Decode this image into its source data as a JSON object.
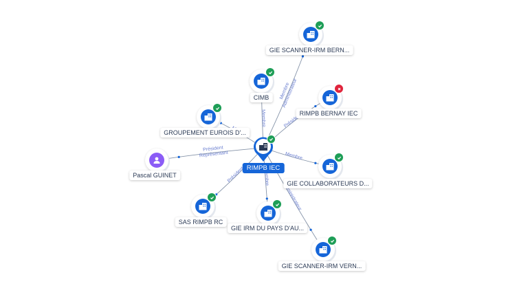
{
  "center": {
    "label": "RIMPB IEC",
    "icon": "building-icon",
    "status": "active",
    "color": "#1565d8"
  },
  "nodes": [
    {
      "id": "gie-scanner-irm-bern",
      "label": "GIE SCANNER-IRM BERN...",
      "type": "company",
      "status": "active",
      "icon": "building-icon"
    },
    {
      "id": "cimb",
      "label": "CIMB",
      "type": "company",
      "status": "active",
      "icon": "building-icon"
    },
    {
      "id": "rimpb-bernay-iec",
      "label": "RIMPB BERNAY IEC",
      "type": "company",
      "status": "closed",
      "icon": "building-icon"
    },
    {
      "id": "groupement-eurois",
      "label": "GROUPEMENT EUROIS D'...",
      "type": "company",
      "status": "active",
      "icon": "building-icon"
    },
    {
      "id": "pascal-guinet",
      "label": "Pascal GUINET",
      "type": "person",
      "status": "none",
      "icon": "person-icon"
    },
    {
      "id": "gie-collaborateurs",
      "label": "GIE COLLABORATEURS D...",
      "type": "company",
      "status": "active",
      "icon": "building-icon"
    },
    {
      "id": "sas-rimpb-rc",
      "label": "SAS RIMPB RC",
      "type": "company",
      "status": "active",
      "icon": "building-icon"
    },
    {
      "id": "gie-irm-du-pays",
      "label": "GIE IRM DU PAYS D'AU...",
      "type": "company",
      "status": "active",
      "icon": "building-icon"
    },
    {
      "id": "gie-scanner-irm-vern",
      "label": "GIE SCANNER-IRM VERN...",
      "type": "company",
      "status": "active",
      "icon": "building-icon"
    }
  ],
  "edges": [
    {
      "to": "gie-scanner-irm-bern",
      "labels": [
        "Membre",
        "Administrateur"
      ]
    },
    {
      "to": "cimb",
      "labels": [
        "Membre"
      ]
    },
    {
      "to": "rimpb-bernay-iec",
      "labels": [
        "Président"
      ]
    },
    {
      "to": "groupement-eurois",
      "labels": [
        "Membre"
      ]
    },
    {
      "to": "pascal-guinet",
      "labels": [
        "Président",
        "Représentant"
      ]
    },
    {
      "to": "gie-collaborateurs",
      "labels": [
        "Membre"
      ]
    },
    {
      "to": "sas-rimpb-rc",
      "labels": [
        "Président"
      ]
    },
    {
      "to": "gie-irm-du-pays",
      "labels": [
        "Membre"
      ]
    },
    {
      "to": "gie-scanner-irm-vern",
      "labels": [
        "Administrateur"
      ]
    }
  ],
  "colors": {
    "edge": "#8593a8",
    "edge_label": "#6b7fd0",
    "active_badge": "#1e9e57",
    "closed_badge": "#e0243c",
    "company": "#1565d8",
    "person": "#8b5cf6"
  }
}
